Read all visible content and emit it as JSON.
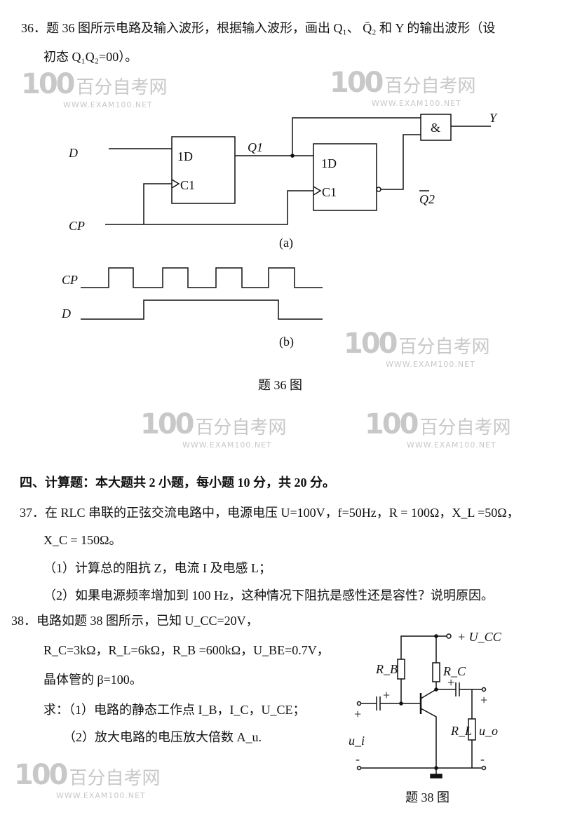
{
  "watermark": {
    "logo": "100",
    "cn": "百分自考网",
    "url": "WWW.EXAM100.NET"
  },
  "q36": {
    "line1": "36．题 36 图所示电路及输入波形，根据输入波形，画出 Q₁、 Q̄₂ 和 Y 的输出波形（设",
    "line2": "初态 Q₁Q₂=00）。",
    "fig_a": {
      "D": "D",
      "CP": "CP",
      "ff1_d": "1D",
      "ff1_c": "C1",
      "ff2_d": "1D",
      "ff2_c": "C1",
      "Q1": "Q1",
      "Q2bar": "Q2",
      "and": "&",
      "Y": "Y",
      "caption": "(a)"
    },
    "fig_b": {
      "CP": "CP",
      "D": "D",
      "caption": "(b)"
    },
    "caption": "题 36 图"
  },
  "section4": {
    "heading": "四、计算题：本大题共 2 小题，每小题 10 分，共 20 分。"
  },
  "q37": {
    "line1": "37．在 RLC 串联的正弦交流电路中，电源电压 U=100V，f=50Hz，R = 100Ω，X_L =50Ω，",
    "line2": "X_C = 150Ω。",
    "sub1": "（1）计算总的阻抗 Z，电流 I 及电感 L；",
    "sub2": "（2）如果电源频率增加到 100 Hz，这种情况下阻抗是感性还是容性？说明原因。"
  },
  "q38": {
    "line1": "38．电路如题 38 图所示，已知 U_CC=20V，",
    "line2": "R_C=3kΩ，R_L=6kΩ，R_B =600kΩ，U_BE=0.7V，",
    "line3": "晶体管的 β=100。",
    "ask1": "求：（1）电路的静态工作点 I_B，I_C，U_CE；",
    "ask2": "（2）放大电路的电压放大倍数 A_u.",
    "fig": {
      "ucc": "+ U_CC",
      "rb": "R_B",
      "rc": "R_C",
      "rl": "R_L",
      "ui": "u_i",
      "uo": "u_o",
      "plus": "+",
      "minus": "-"
    },
    "caption": "题 38 图"
  }
}
